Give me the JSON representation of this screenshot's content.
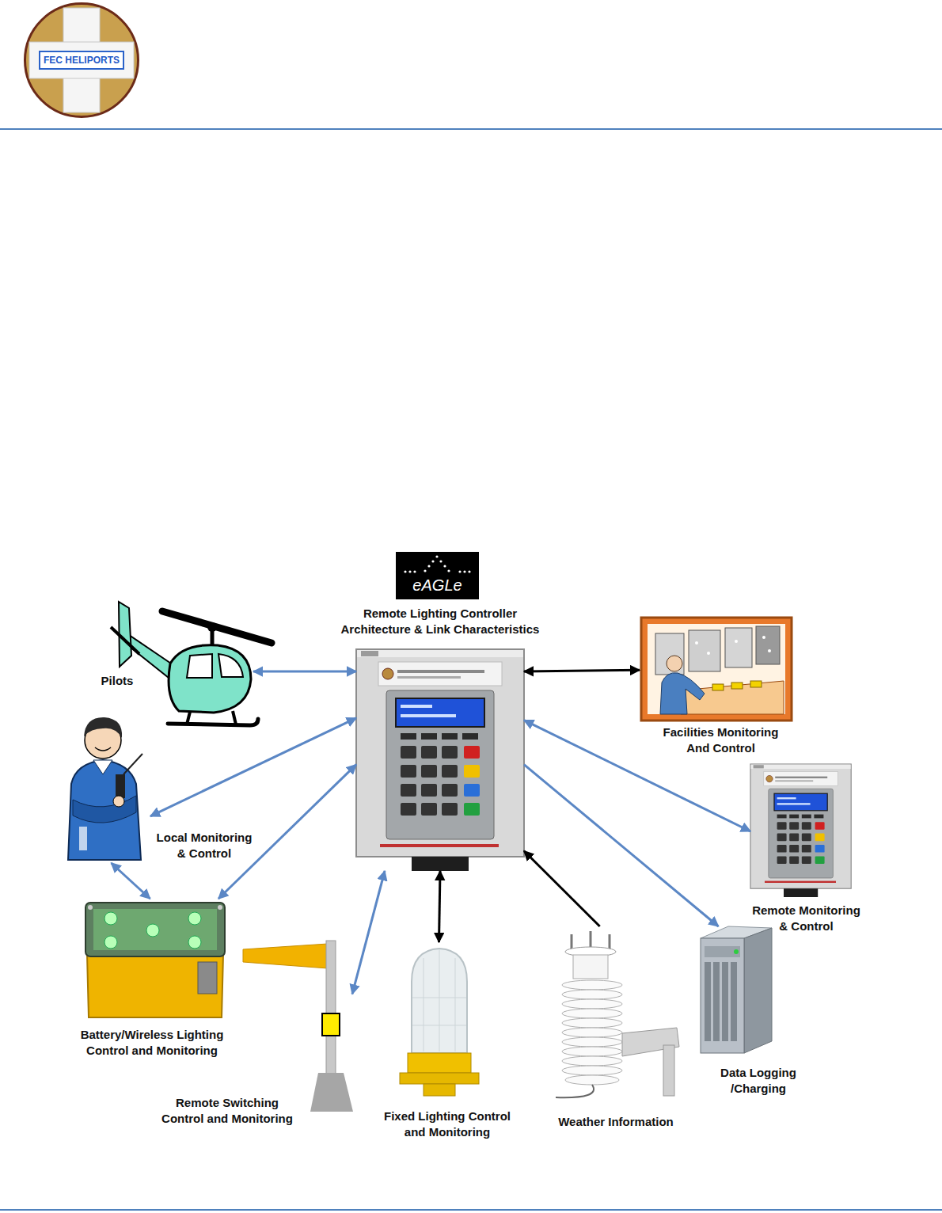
{
  "diagram": {
    "nodes": [
      {
        "text": [
          "FEC HELIPORTS"
        ]
      },
      {
        "text": [
          "eAGLe"
        ]
      },
      {
        "text": [
          "Remote Lighting Controller Architecture & Link Characteristics"
        ]
      },
      {
        "text": [
          "Pilots"
        ]
      },
      {
        "text": [
          "Facilities Monitoring And Control"
        ]
      },
      {
        "text": [
          "Local Monitoring & Control"
        ]
      },
      {
        "text": [
          "Remote Monitoring & Control"
        ]
      },
      {
        "text": [
          "Battery/Wireless Lighting Control and Monitoring"
        ]
      },
      {
        "text": [
          "Data Logging /Charging"
        ]
      },
      {
        "text": [
          "Remote Switching Control and Monitoring"
        ]
      },
      {
        "text": [
          "Fixed Lighting Control and Monitoring"
        ]
      },
      {
        "text": [
          "Weather Information"
        ]
      }
    ],
    "edges": [
      {
        "from": 3,
        "to": 2,
        "arrow": "both"
      },
      {
        "from": 2,
        "to": 4,
        "arrow": "both"
      },
      {
        "from": 5,
        "to": 2,
        "arrow": "both"
      },
      {
        "from": 7,
        "to": 2,
        "arrow": "both"
      },
      {
        "from": 5,
        "to": 7,
        "arrow": "both"
      },
      {
        "from": 9,
        "to": 2,
        "arrow": "both"
      },
      {
        "from": 2,
        "to": 10,
        "arrow": "both"
      },
      {
        "from": 11,
        "to": 2,
        "arrow": "to"
      },
      {
        "from": 2,
        "to": 6,
        "arrow": "both"
      },
      {
        "from": 2,
        "to": 8,
        "arrow": "to"
      }
    ]
  }
}
